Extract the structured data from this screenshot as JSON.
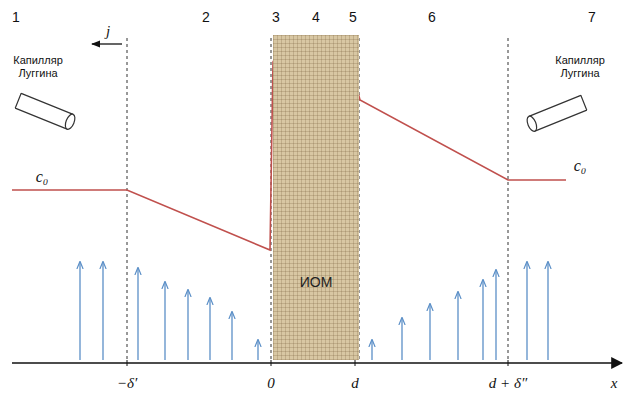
{
  "diagram": {
    "nodes": [
      {
        "text": [
          "ИОМ"
        ]
      }
    ],
    "labels": [
      "1",
      "2",
      "3",
      "4",
      "5",
      "6",
      "7",
      "j",
      "Капилляр Луггина",
      "Капилляр Луггина",
      "c₀",
      "c₀",
      "−δ′",
      "0",
      "d",
      "d + δ″",
      "x"
    ]
  }
}
